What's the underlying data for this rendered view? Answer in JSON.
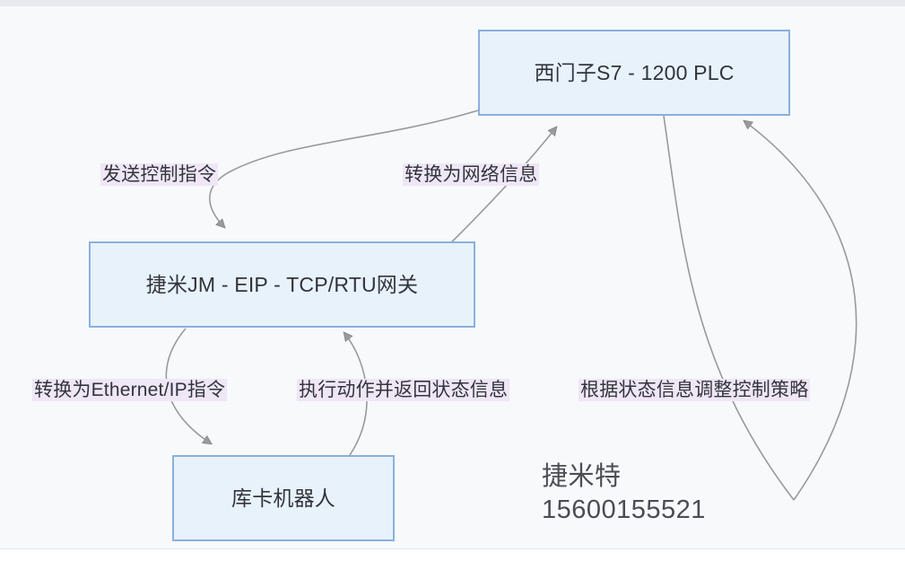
{
  "diagram": {
    "type": "flowchart",
    "nodes": [
      {
        "id": "plc",
        "label": "西门子S7 - 1200 PLC"
      },
      {
        "id": "gw",
        "label": "捷米JM - EIP - TCP/RTU网关"
      },
      {
        "id": "robot",
        "label": "库卡机器人"
      }
    ],
    "edges": [
      {
        "id": "send",
        "from": "plc",
        "to": "gw",
        "label": "发送控制指令"
      },
      {
        "id": "net",
        "from": "gw",
        "to": "plc",
        "label": "转换为网络信息"
      },
      {
        "id": "eip",
        "from": "gw",
        "to": "robot",
        "label": "转换为Ethernet/IP指令"
      },
      {
        "id": "exec",
        "from": "robot",
        "to": "gw",
        "label": "执行动作并返回状态信息"
      },
      {
        "id": "adj",
        "from": "plc",
        "to": "plc",
        "label": "根据状态信息调整控制策略"
      }
    ]
  },
  "watermark": {
    "name": "捷米特",
    "phone": "15600155521"
  },
  "colors": {
    "node_fill": "#e8f2fb",
    "node_border": "#8ab0dd",
    "edge_line": "#9a9a9a",
    "label_highlight": "#efe6f6",
    "canvas_bg": "#f7f9fb",
    "text": "#32353b"
  }
}
